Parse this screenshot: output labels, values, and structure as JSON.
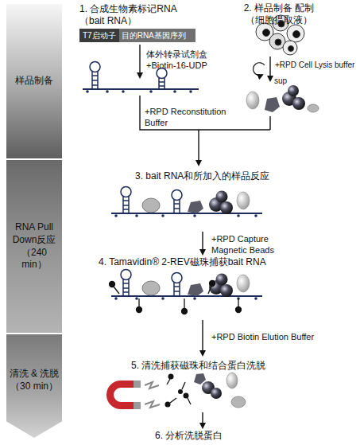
{
  "diagram": {
    "nodes": [
      {
        "text": [
          "样品制备"
        ]
      },
      {
        "text": [
          "RNA Pull Down反应 （240 min）"
        ]
      },
      {
        "text": [
          "清洗 & 洗脱 （30 min）"
        ]
      },
      {
        "text": [
          "T7启动子",
          "目的RNA基因序列"
        ]
      }
    ],
    "labels": [
      "1. 合成生物素标记RNA （bait RNA）",
      "体外转录试剂盒 +Biotin-16-UDP",
      "2. 样品制备 配制（细胞提取液）",
      "+RPD Cell Lysis buffer",
      "sup",
      "+RPD Reconstitution Buffer",
      "3. bait RNA和所加入的样品反应",
      "+RPD Capture Magnetic Beads",
      "4. Tamavidin® 2-REV磁珠捕获bait RNA",
      "+RPD Biotin Elution Buffer",
      "5. 清洗捕获磁珠和结合蛋白洗脱",
      "6. 分析洗脱蛋白"
    ]
  }
}
